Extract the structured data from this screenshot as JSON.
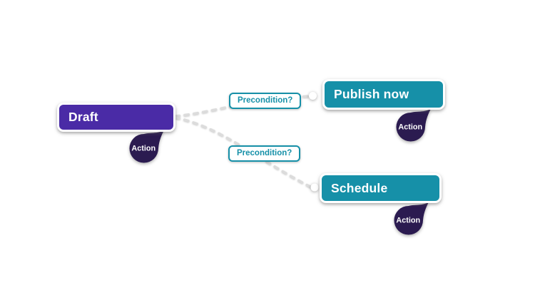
{
  "diagram": {
    "type": "workflow-state-diagram",
    "nodes": [
      {
        "id": "draft",
        "label": "Draft",
        "badge_label": "Action"
      },
      {
        "id": "publish-now",
        "label": "Publish now",
        "badge_label": "Action"
      },
      {
        "id": "schedule",
        "label": "Schedule",
        "badge_label": "Action"
      }
    ],
    "connectors": [
      {
        "from": "draft",
        "to": "publish-now",
        "label": "Precondition?",
        "style": "dashed"
      },
      {
        "from": "draft",
        "to": "schedule",
        "label": "Precondition?",
        "style": "dashed"
      }
    ],
    "colors": {
      "background": "#ffffff",
      "draft_node": "#4a2ba6",
      "action_node": "#1690a8",
      "badge": "#2b1b50",
      "connector": "#dcdcdc",
      "node_text": "#ffffff",
      "precondition_text": "#1690a8"
    }
  }
}
